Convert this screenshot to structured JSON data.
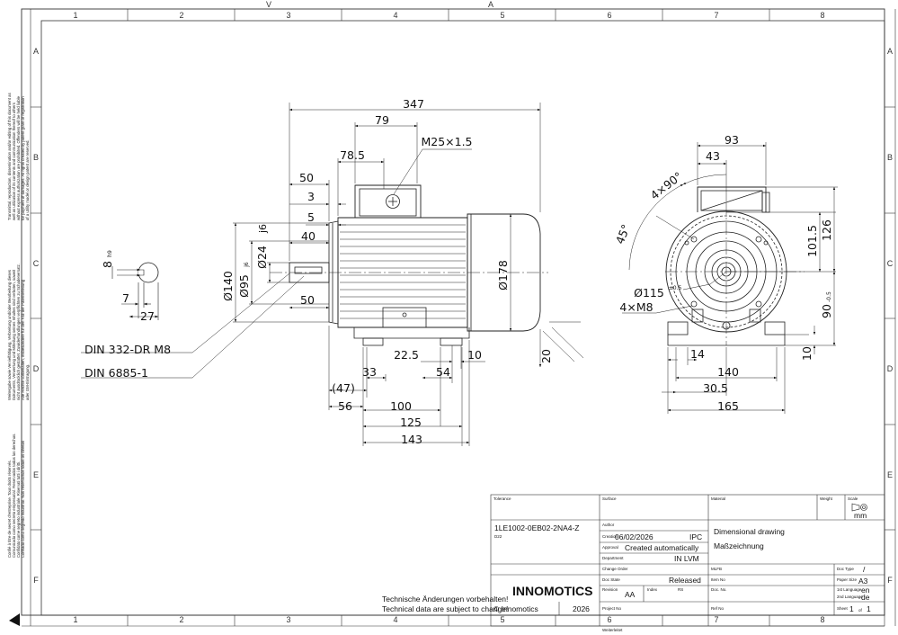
{
  "frame": {
    "zones_top": [
      "1",
      "2",
      "3",
      "4",
      "5",
      "6",
      "7",
      "8"
    ],
    "zones_bottom": [
      "1",
      "2",
      "3",
      "4",
      "5",
      "6",
      "7",
      "8"
    ],
    "zones_left": [
      "A",
      "B",
      "C",
      "D",
      "E",
      "F"
    ],
    "zones_right": [
      "A",
      "B",
      "C",
      "D",
      "E",
      "F"
    ],
    "markers": [
      "V",
      "A"
    ]
  },
  "side_notes": {
    "top": [
      "Transmittal, reproduction, dissemination and/or editing of this document as",
      "well as utilization of its contents and communication thereof to others",
      "without express authorization are prohibited. Offenders will be held liable",
      "for payment of damages. All rights created by patent grant or registration",
      "of a utility model or design patent are reserved."
    ],
    "mid": [
      "Weitergabe sowie Vervielfältigung, Verbreitung und/oder Bearbeitung dieses",
      "Dokuments, Verwertung und Mitteilung seines Inhaltes sind verboten, soweit",
      "nicht ausdrücklich gestattet. Zuwiderhandlungen verpflichten zu Schadenersatz.",
      "Alle Rechte vorbehalten, insbesondere für den Fall der Patenterteilung",
      "oder GM-Eintragung."
    ],
    "low": [
      "Confié à titre de secret d'entreprise. Tous droits réservés.",
      "Comunicado como secreto empresarial. Reservados todos los derechos.",
      "Confidato come segreto industriale. Riservati tutti i diritti.",
      "Confiado como segredo industrial. Nós reservamos todos os direitos"
    ]
  },
  "dims_side": {
    "d347": "347",
    "d79": "79",
    "d78_5": "78.5",
    "m25": "M25×1.5",
    "d50a": "50",
    "d3": "3",
    "d5": "5",
    "d40": "40",
    "d50b": "50",
    "d24": "Ø24",
    "d24tol": "j6",
    "d95": "Ø95",
    "d95tol": "j6",
    "d140": "Ø140",
    "d178": "Ø178",
    "d20": "20",
    "d22_5": "22.5",
    "d10a": "10",
    "d33": "33",
    "d54": "54",
    "d47": "(47)",
    "d56": "56",
    "d100": "100",
    "d125": "125",
    "d143": "143"
  },
  "dims_key": {
    "d8": "8",
    "d8tol": "h9",
    "d7": "7",
    "d27": "27"
  },
  "callouts": {
    "din1": "DIN 332-DR M8",
    "din2": "DIN 6885-1"
  },
  "dims_front": {
    "d93": "93",
    "d43": "43",
    "d4x90": "4×90°",
    "d45": "45°",
    "d115": "Ø115",
    "d115tol": "±0.5",
    "d4xm8": "4×M8",
    "d101_5": "101.5",
    "d126": "126",
    "d90": "90",
    "d90tol": "-0.5",
    "d10b": "10",
    "d14": "14",
    "d140": "140",
    "d30_5": "30.5",
    "d165": "165"
  },
  "title_block": {
    "tolerance_label": "Tolerance",
    "surface_label": "Surface",
    "material_label": "Material",
    "weight_label": "Weight",
    "scale_label": "Scale",
    "scale_unit": "mm",
    "part_number": "1LE1002-0EB02-2NA4-Z",
    "part_sub": "D22",
    "author_label": "Author",
    "creation_label": "Creation",
    "creation_date": "06/02/2026",
    "creation_org": "IPC",
    "approval_label": "Approval",
    "approval_value": "Created automatically",
    "department_label": "Department",
    "department_value": "IN LVM",
    "title_en": "Dimensional drawing",
    "title_de": "Maßzeichnung",
    "change_order_label": "Change Order",
    "mlfb_label": "MLFB",
    "doc_type_label": "Doc Type",
    "doc_type_value": "/",
    "doc_state_label": "Doc State",
    "doc_state_value": "Released",
    "item_no_label": "Item No",
    "paper_size_label": "Paper Size",
    "paper_size_value": "A3",
    "revision_label": "Revision",
    "revision_value": "AA",
    "index_label": "Index",
    "index_value": "RS",
    "doc_no_label": "Doc. No.",
    "lang1_label": "1st Language",
    "lang1_value": "en",
    "lang2_label": "2nd Language",
    "lang2_value": "de",
    "project_label": "Project No",
    "ref_label": "Ref No",
    "sheet_label": "Sheet",
    "sheet_no": "1",
    "sheet_of": "of",
    "sheet_total": "1",
    "copyright": "© Innomotics",
    "copyright_year": "2026",
    "status_footer": "Weiterleitet",
    "logo": "INNOMOTICS",
    "note_de": "Technische Änderungen vorbehalten!",
    "note_en": "Technical data are subject to change!"
  }
}
